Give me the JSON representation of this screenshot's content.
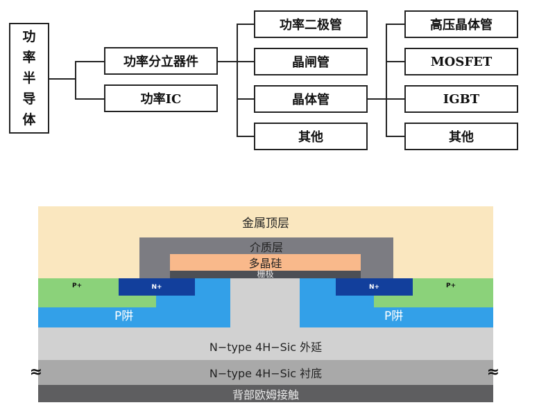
{
  "tree": {
    "root_chars": [
      "功",
      "率",
      "半",
      "导",
      "体"
    ],
    "level1": [
      "功率分立器件",
      "功率IC"
    ],
    "level2": [
      "功率二极管",
      "晶闸管",
      "晶体管",
      "其他"
    ],
    "level3": [
      "高压晶体管",
      "MOSFET",
      "IGBT",
      "其他"
    ]
  },
  "cross_section": {
    "metal": "金属顶层",
    "dielectric": "介质层",
    "poly": "多晶硅",
    "gate": "栅极",
    "p_plus": "P+",
    "n_plus": "N+",
    "p_well": "P阱",
    "epi": "N−type 4H−Sic 外延",
    "substrate": "N−type 4H−Sic 衬底",
    "contact": "背部欧姆接触",
    "break_mark": "≈"
  },
  "colors": {
    "metal": "#fae7bf",
    "dielectric": "#7c7c82",
    "poly": "#f9b98b",
    "gate": "#4c4f55",
    "p_plus": "#8bd27a",
    "n_plus": "#123f9c",
    "p_well": "#33a0e8",
    "epi": "#d1d1d1",
    "substrate": "#a9a9a9",
    "contact": "#5e5e60"
  }
}
